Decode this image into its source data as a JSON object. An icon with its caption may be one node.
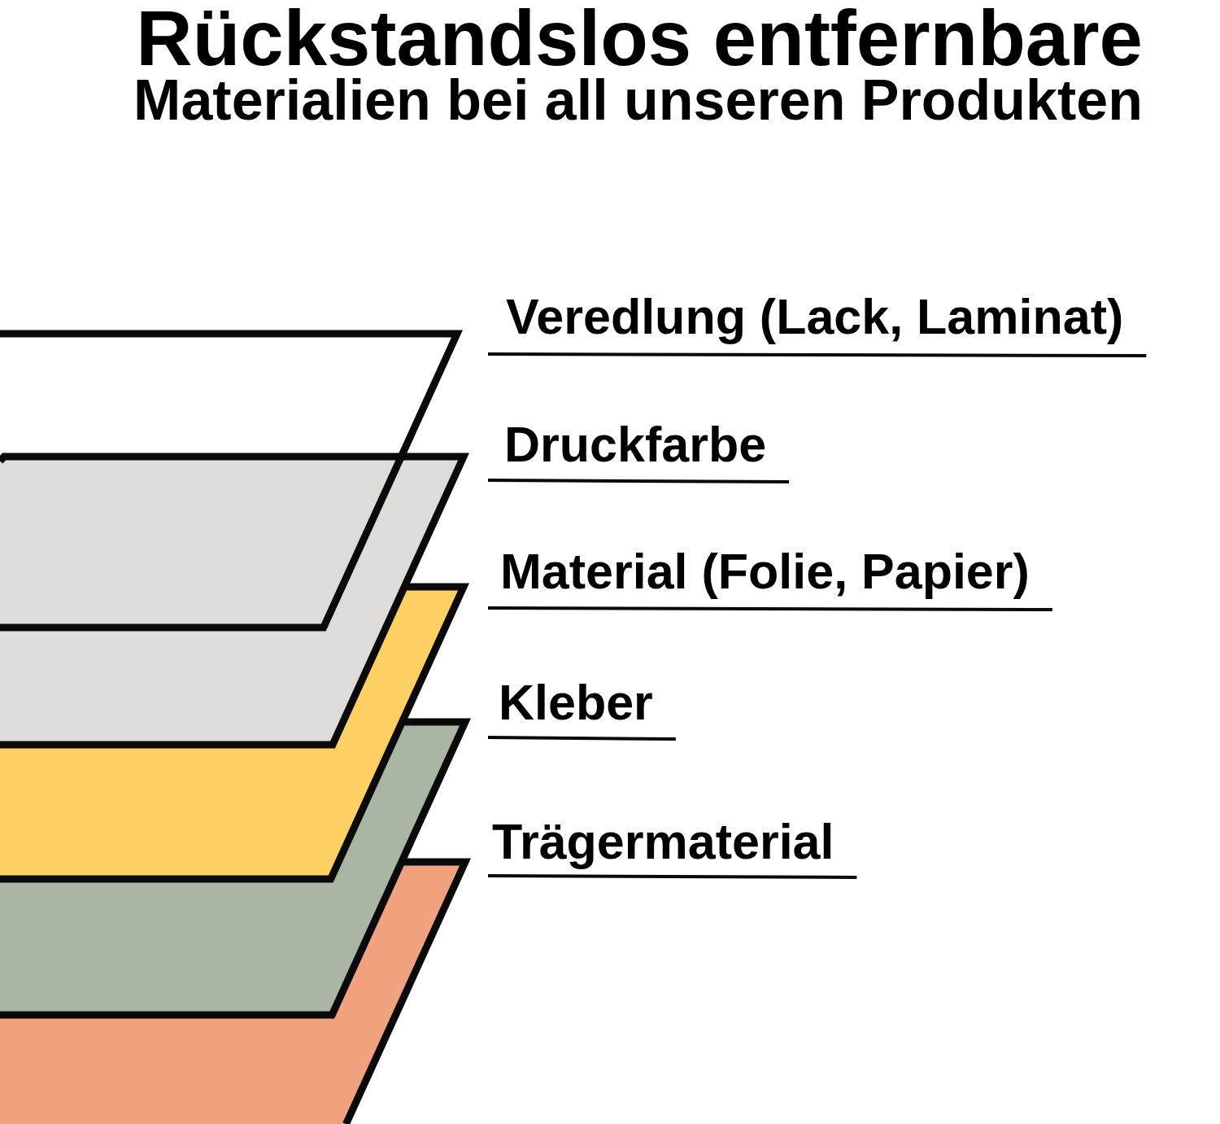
{
  "diagram": {
    "title": "Rückstandslos entfernbare Materialien bei all unseren Produkten",
    "labels": [
      "Veredlung (Lack, Laminat)",
      "Druckfarbe",
      "Material (Folie, Papier)",
      "Kleber",
      "Trägermaterial"
    ]
  }
}
